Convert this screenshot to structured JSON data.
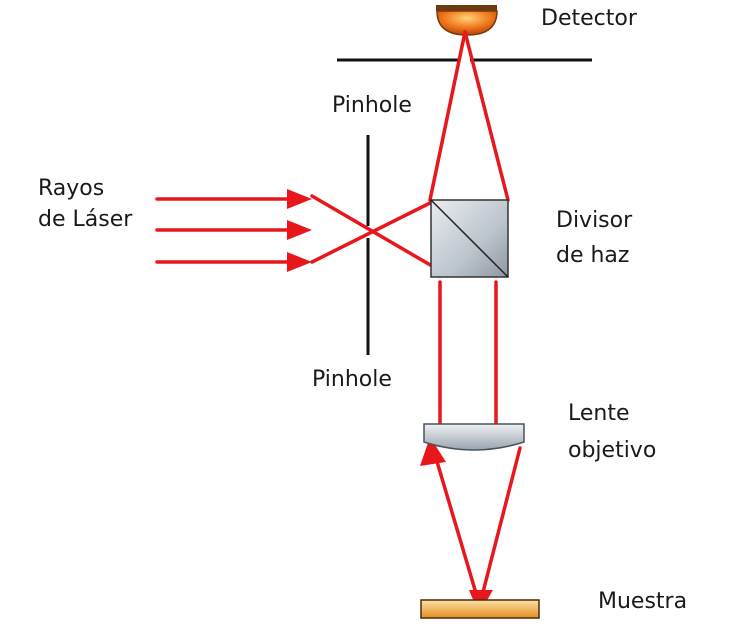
{
  "labels": {
    "detector": "Detector",
    "pinhole_top": "Pinhole",
    "lasers_line1": "Rayos",
    "lasers_line2": "de Láser",
    "splitter_line1": "Divisor",
    "splitter_line2": "de haz",
    "pinhole_bottom": "Pinhole",
    "objective_line1": "Lente",
    "objective_line2": "objetivo",
    "sample": "Muestra"
  },
  "colors": {
    "beam": "#e8171c",
    "structure": "#111111",
    "detector": "#e8751a",
    "sample": "#f2a83a",
    "splitter": "#c5ccd3",
    "lens": "#c8d0d8"
  }
}
